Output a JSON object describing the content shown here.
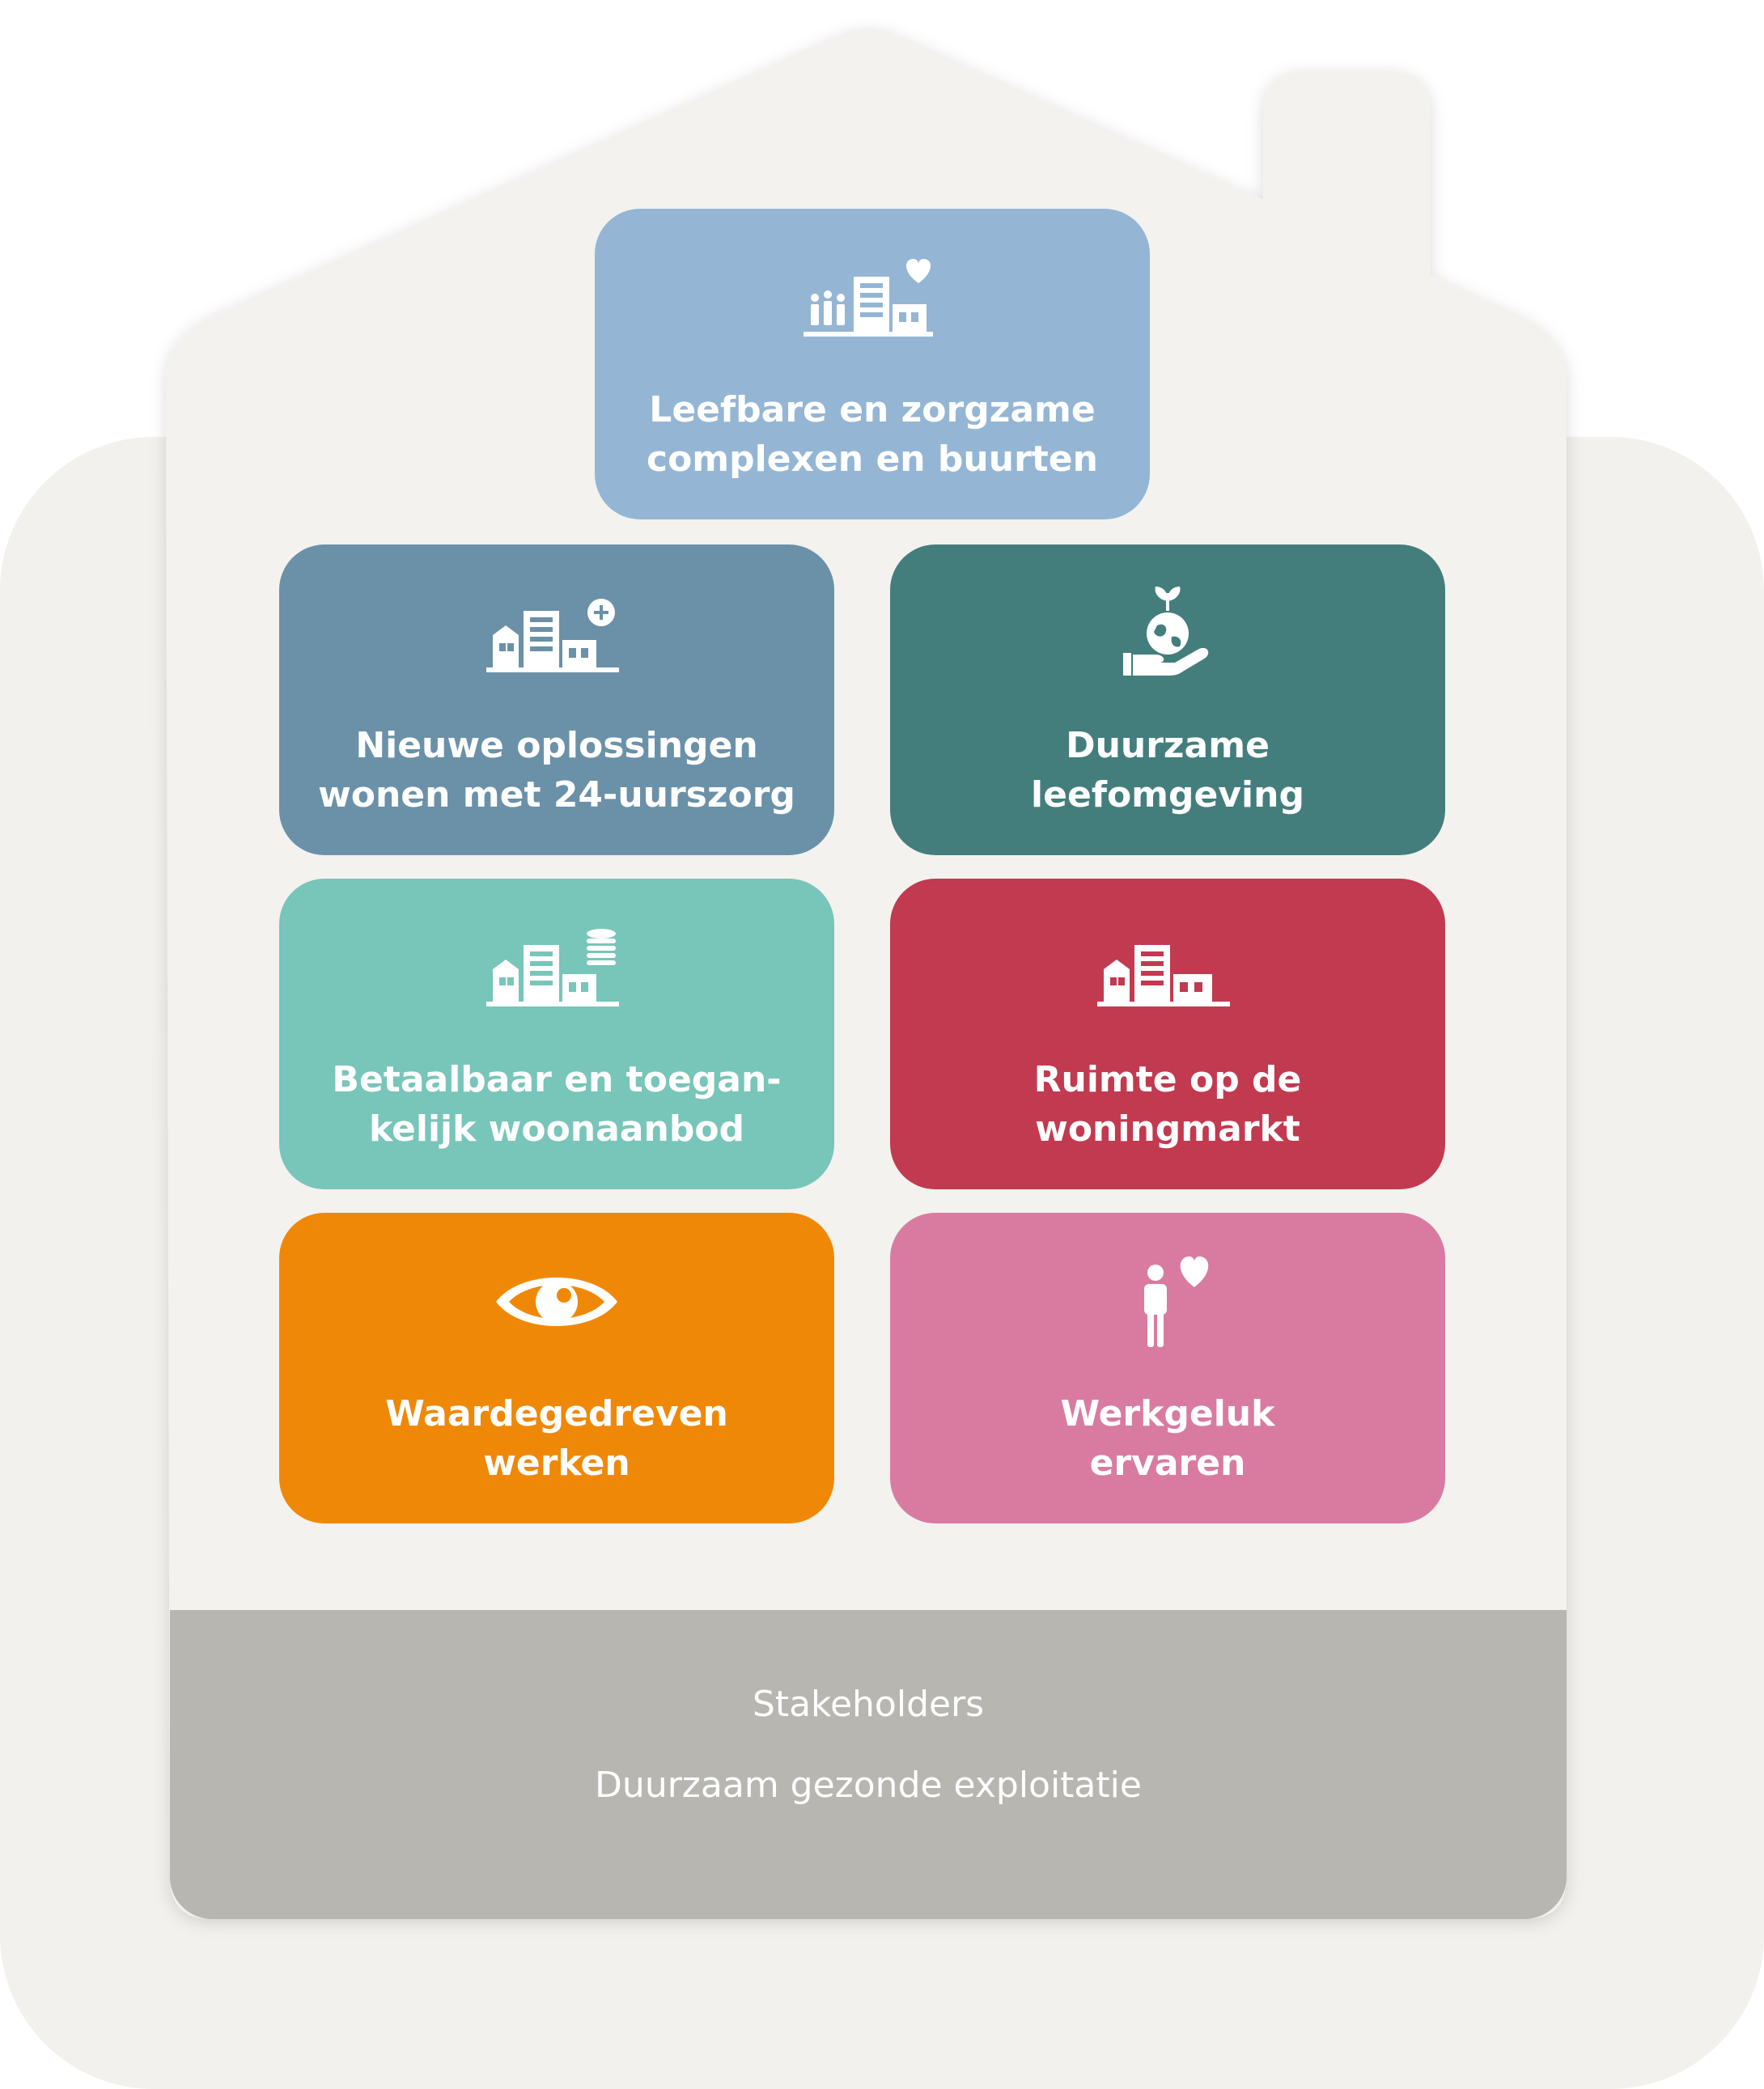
{
  "colors": {
    "backdrop": "#f3f1ed",
    "house": "#f3f2ef",
    "base_band": "#b7b6b1",
    "card_top": "#94b6d4",
    "card_new_solutions": "#6a91a8",
    "card_sustainable": "#437e7d",
    "card_affordable": "#78c5b9",
    "card_space": "#c23a4f",
    "card_values": "#f08807",
    "card_happiness": "#d97ba0",
    "text": "#ffffff"
  },
  "cards": [
    {
      "icon": "people-buildings-heart-icon",
      "label": "Leefbare en zorgzame\ncomplexen en buurten"
    },
    {
      "icon": "buildings-plus-icon",
      "label": "Nieuwe oplossingen\nwonen met 24-uurszorg"
    },
    {
      "icon": "hand-globe-sprout-icon",
      "label": "Duurzame\nleefomgeving"
    },
    {
      "icon": "buildings-coins-icon",
      "label": "Betaalbaar en toegan-\nkelijk woonaanbod"
    },
    {
      "icon": "buildings-icon",
      "label": "Ruimte op de\nwoningmarkt"
    },
    {
      "icon": "eye-icon",
      "label": "Waardegedreven\nwerken"
    },
    {
      "icon": "person-heart-icon",
      "label": "Werkgeluk\nervaren"
    }
  ],
  "foundation": {
    "line1": "Stakeholders",
    "line2": "Duurzaam gezonde exploitatie"
  }
}
